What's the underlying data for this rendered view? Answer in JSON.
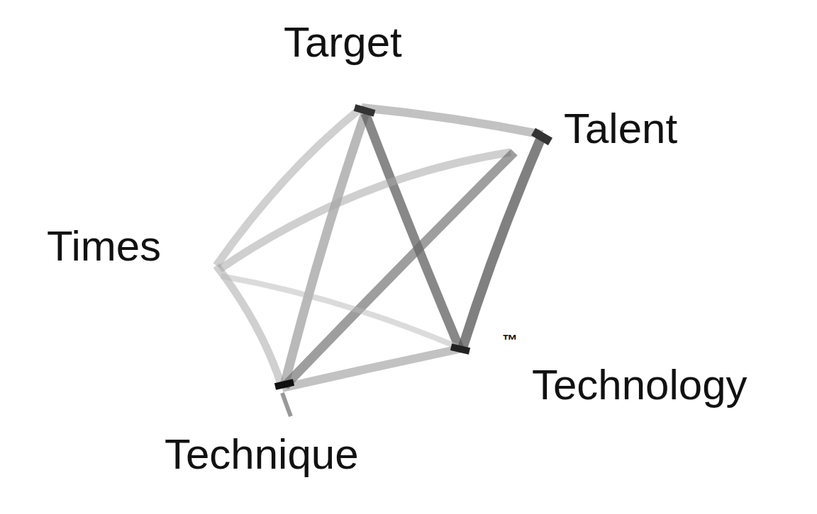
{
  "diagram": {
    "labels": [
      "Target",
      "Talent",
      "Times",
      "Technique",
      "Technology",
      "™"
    ]
  }
}
